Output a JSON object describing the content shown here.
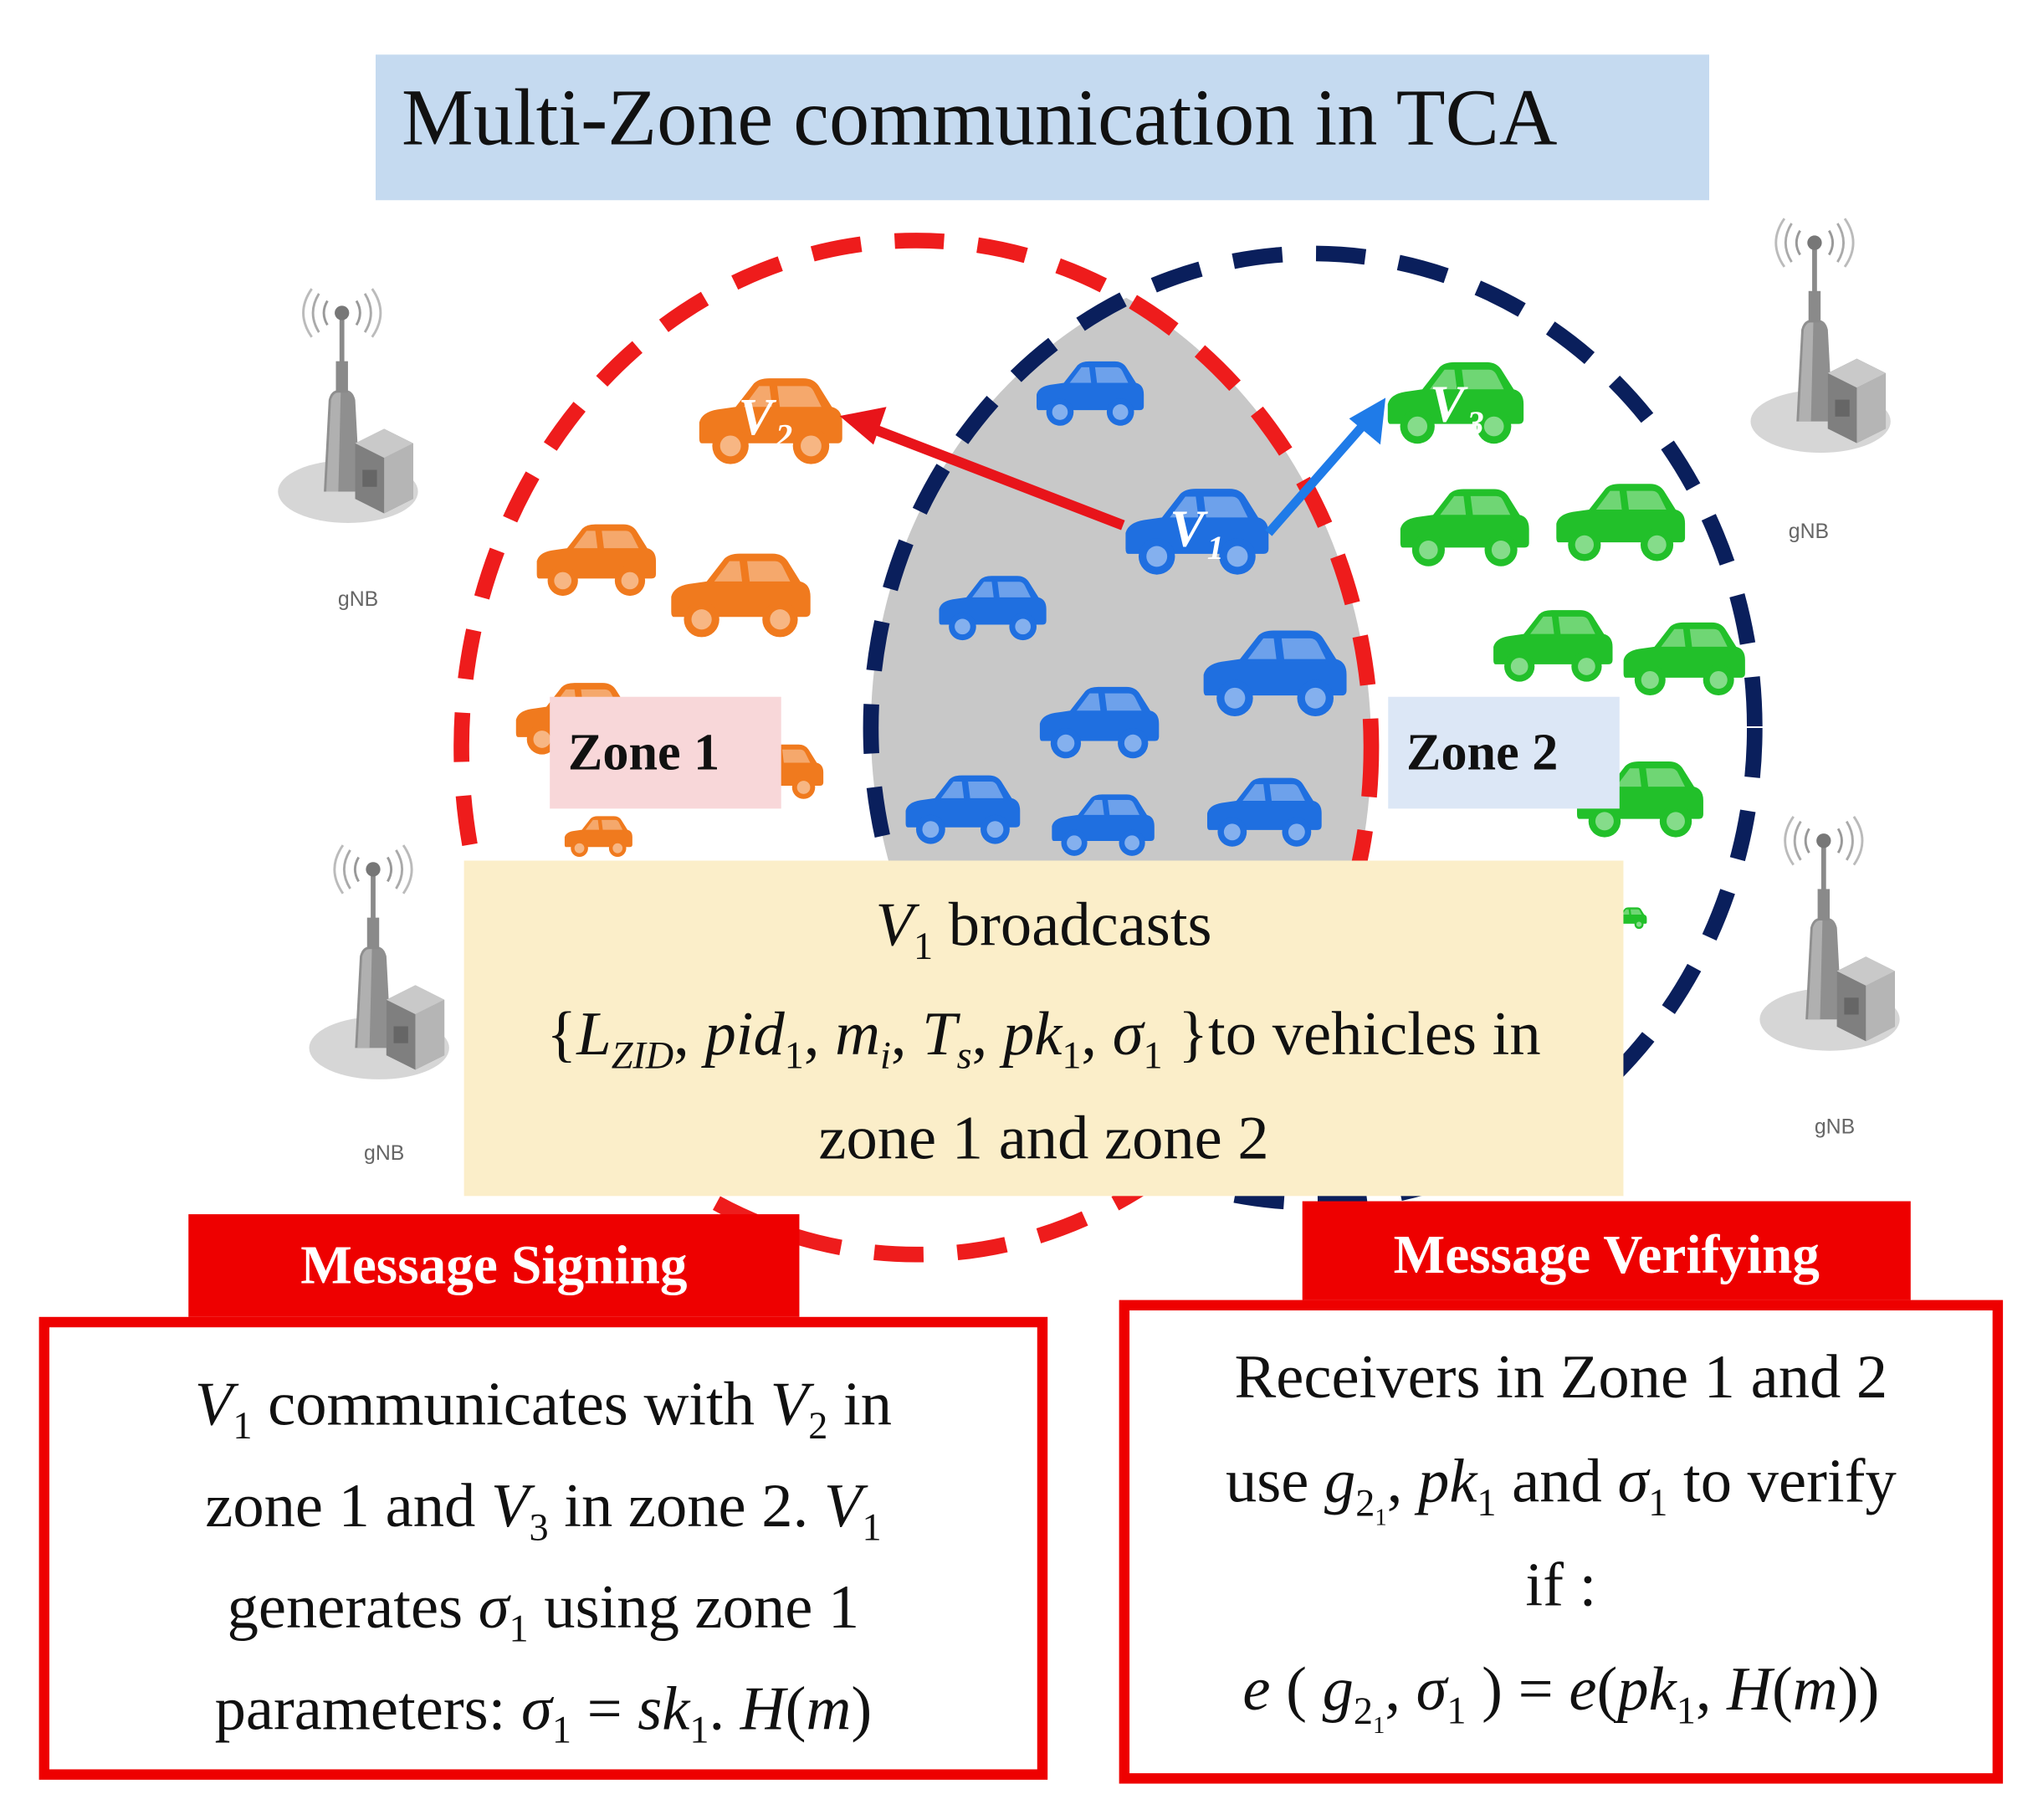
{
  "title": "Multi-Zone communication in TCA",
  "zones": {
    "zone1": "Zone 1",
    "zone2": "Zone 2"
  },
  "gnb_label": "gNB",
  "vehicles": {
    "v1": {
      "base": "V",
      "sub": "1",
      "color": "#1f6fe0"
    },
    "v2": {
      "base": "V",
      "sub": "2",
      "color": "#f07a1e"
    },
    "v3": {
      "base": "V",
      "sub": "3",
      "color": "#22c02a"
    }
  },
  "colors": {
    "zone1_border": "#ee1c1c",
    "zone2_border": "#0a1f5c",
    "overlap": "#c8c8c8",
    "tab": "#ee0000",
    "title_bg": "#c5daf0",
    "broadcast_bg": "#fbeec9"
  },
  "broadcast": {
    "sender": "V",
    "sender_sub": "1",
    "verb": "broadcasts",
    "tuple": {
      "open": "{",
      "l": "L",
      "l_sub": "ZID",
      "pid": "pid",
      "pid_sub": "1",
      "m": "m",
      "m_sub": "i",
      "t": "T",
      "t_sub": "s",
      "pk": "pk",
      "pk_sub": "1",
      "sigma": "σ",
      "sigma_sub": "1",
      "close": "}"
    },
    "tail": "to vehicles in",
    "line3": "zone 1 and zone 2"
  },
  "signing": {
    "tab": "Message Signing",
    "t1": "communicates with",
    "t2": "in",
    "t3": "zone 1 and",
    "t4": "in zone 2.",
    "t5": "generates",
    "t6": "using zone 1",
    "t7": "parameters:",
    "eq_sk": "sk",
    "eq_h": "H",
    "eq_m": "m"
  },
  "verifying": {
    "tab": "Message Verifying",
    "t1": "Receivers in Zone 1 and 2",
    "t2": "use",
    "g": "g",
    "g_sub": "2",
    "and": "and",
    "t3": "to verify",
    "t4": "if :",
    "e": "e"
  }
}
